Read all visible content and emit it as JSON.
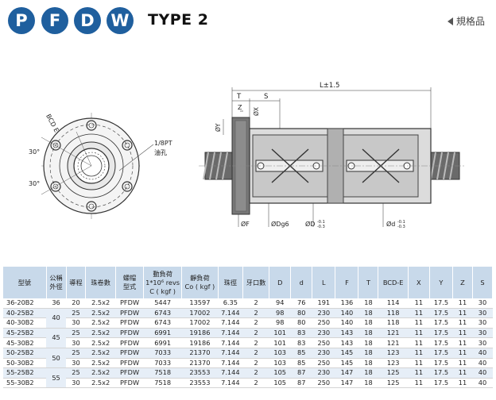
{
  "header": {
    "badges": [
      "P",
      "F",
      "D",
      "W"
    ],
    "title": "TYPE 2",
    "nav_link": "規格品"
  },
  "drawing": {
    "bcd_label": "BCD E",
    "pt_label": "1/8PT",
    "oil_label": "油孔",
    "angle_top": "30°",
    "angle_bottom": "30°",
    "dim_L": "L±1.5",
    "dim_T": "T",
    "dim_Z": "Z",
    "dim_S": "S",
    "dim_X": "ØX",
    "dim_Y": "ØY",
    "dim_F": "ØF",
    "dim_Dg6": "ØDg6",
    "dim_D": "ØD",
    "dim_D_tol_top": "-0.1",
    "dim_D_tol_bottom": "-0.3",
    "dim_d": "Ød",
    "dim_d_tol_top": "-0.1",
    "dim_d_tol_bottom": "-0.3"
  },
  "table": {
    "headers": [
      [
        "型號"
      ],
      [
        "公稱",
        "外徑"
      ],
      [
        "導程"
      ],
      [
        "珠卷數"
      ],
      [
        "螺帽",
        "型式"
      ],
      [
        "動負荷",
        "1*10⁶ revs",
        "C ( kgf )"
      ],
      [
        "靜負荷",
        "Co ( kgf )"
      ],
      [
        "珠徑"
      ],
      [
        "牙口數"
      ],
      [
        "D"
      ],
      [
        "d"
      ],
      [
        "L"
      ],
      [
        "F"
      ],
      [
        "T"
      ],
      [
        "BCD-E"
      ],
      [
        "X"
      ],
      [
        "Y"
      ],
      [
        "Z"
      ],
      [
        "S"
      ]
    ],
    "rows": [
      {
        "model": "36-20B2",
        "dia": "36",
        "lead": "20",
        "turns": "2.5x2",
        "type": "PFDW",
        "c": "5447",
        "co": "13597",
        "ball": "6.35",
        "starts": "2",
        "D": "94",
        "d": "76",
        "L": "191",
        "F": "136",
        "T": "18",
        "bcd": "114",
        "X": "11",
        "Y": "17.5",
        "Z": "11",
        "S": "30"
      },
      {
        "model": "40-25B2",
        "dia": "40",
        "lead": "25",
        "turns": "2.5x2",
        "type": "PFDW",
        "c": "6743",
        "co": "17002",
        "ball": "7.144",
        "starts": "2",
        "D": "98",
        "d": "80",
        "L": "230",
        "F": "140",
        "T": "18",
        "bcd": "118",
        "X": "11",
        "Y": "17.5",
        "Z": "11",
        "S": "30"
      },
      {
        "model": "40-30B2",
        "dia": "",
        "lead": "30",
        "turns": "2.5x2",
        "type": "PFDW",
        "c": "6743",
        "co": "17002",
        "ball": "7.144",
        "starts": "2",
        "D": "98",
        "d": "80",
        "L": "250",
        "F": "140",
        "T": "18",
        "bcd": "118",
        "X": "11",
        "Y": "17.5",
        "Z": "11",
        "S": "30"
      },
      {
        "model": "45-25B2",
        "dia": "45",
        "lead": "25",
        "turns": "2.5x2",
        "type": "PFDW",
        "c": "6991",
        "co": "19186",
        "ball": "7.144",
        "starts": "2",
        "D": "101",
        "d": "83",
        "L": "230",
        "F": "143",
        "T": "18",
        "bcd": "121",
        "X": "11",
        "Y": "17.5",
        "Z": "11",
        "S": "30"
      },
      {
        "model": "45-30B2",
        "dia": "",
        "lead": "30",
        "turns": "2.5x2",
        "type": "PFDW",
        "c": "6991",
        "co": "19186",
        "ball": "7.144",
        "starts": "2",
        "D": "101",
        "d": "83",
        "L": "250",
        "F": "143",
        "T": "18",
        "bcd": "121",
        "X": "11",
        "Y": "17.5",
        "Z": "11",
        "S": "30"
      },
      {
        "model": "50-25B2",
        "dia": "50",
        "lead": "25",
        "turns": "2.5x2",
        "type": "PFDW",
        "c": "7033",
        "co": "21370",
        "ball": "7.144",
        "starts": "2",
        "D": "103",
        "d": "85",
        "L": "230",
        "F": "145",
        "T": "18",
        "bcd": "123",
        "X": "11",
        "Y": "17.5",
        "Z": "11",
        "S": "40"
      },
      {
        "model": "50-30B2",
        "dia": "",
        "lead": "30",
        "turns": "2.5x2",
        "type": "PFDW",
        "c": "7033",
        "co": "21370",
        "ball": "7.144",
        "starts": "2",
        "D": "103",
        "d": "85",
        "L": "250",
        "F": "145",
        "T": "18",
        "bcd": "123",
        "X": "11",
        "Y": "17.5",
        "Z": "11",
        "S": "40"
      },
      {
        "model": "55-25B2",
        "dia": "55",
        "lead": "25",
        "turns": "2.5x2",
        "type": "PFDW",
        "c": "7518",
        "co": "23553",
        "ball": "7.144",
        "starts": "2",
        "D": "105",
        "d": "87",
        "L": "230",
        "F": "147",
        "T": "18",
        "bcd": "125",
        "X": "11",
        "Y": "17.5",
        "Z": "11",
        "S": "40"
      },
      {
        "model": "55-30B2",
        "dia": "",
        "lead": "30",
        "turns": "2.5x2",
        "type": "PFDW",
        "c": "7518",
        "co": "23553",
        "ball": "7.144",
        "starts": "2",
        "D": "105",
        "d": "87",
        "L": "250",
        "F": "147",
        "T": "18",
        "bcd": "125",
        "X": "11",
        "Y": "17.5",
        "Z": "11",
        "S": "40"
      }
    ]
  },
  "colors": {
    "badge": "#1f5f9e",
    "header_bg": "#c8d9ea",
    "row_alt": "#e6eef7"
  }
}
